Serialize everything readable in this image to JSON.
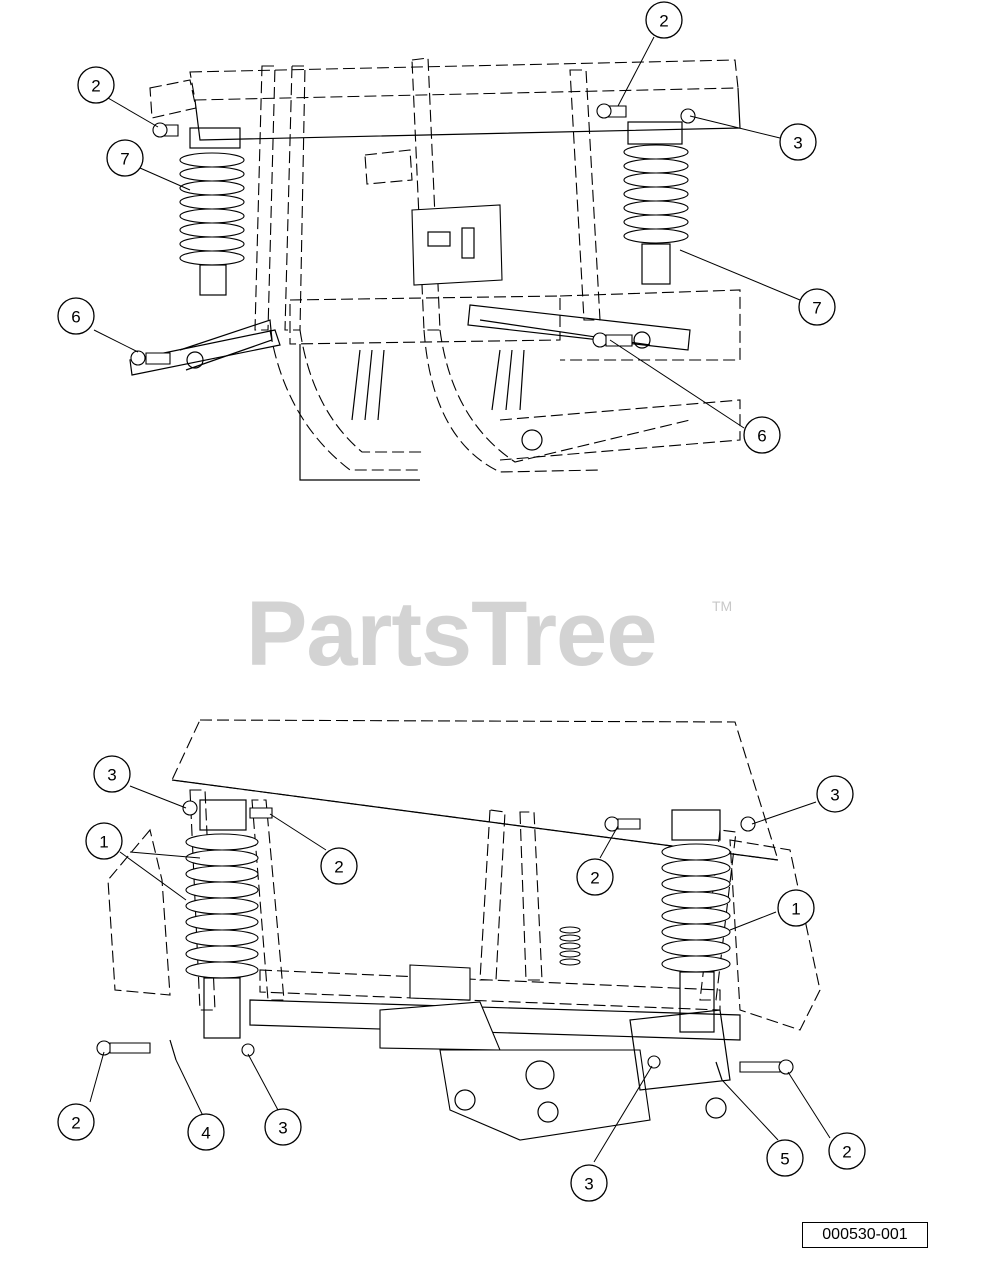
{
  "watermark": {
    "brand": "PartsTree",
    "trademark": "TM"
  },
  "reference_number": "000530-001",
  "callouts": {
    "top_view": [
      "2",
      "2",
      "3",
      "7",
      "7",
      "6",
      "6"
    ],
    "bottom_view": [
      "3",
      "3",
      "1",
      "1",
      "2",
      "2",
      "2",
      "2",
      "4",
      "3",
      "3",
      "5"
    ]
  }
}
